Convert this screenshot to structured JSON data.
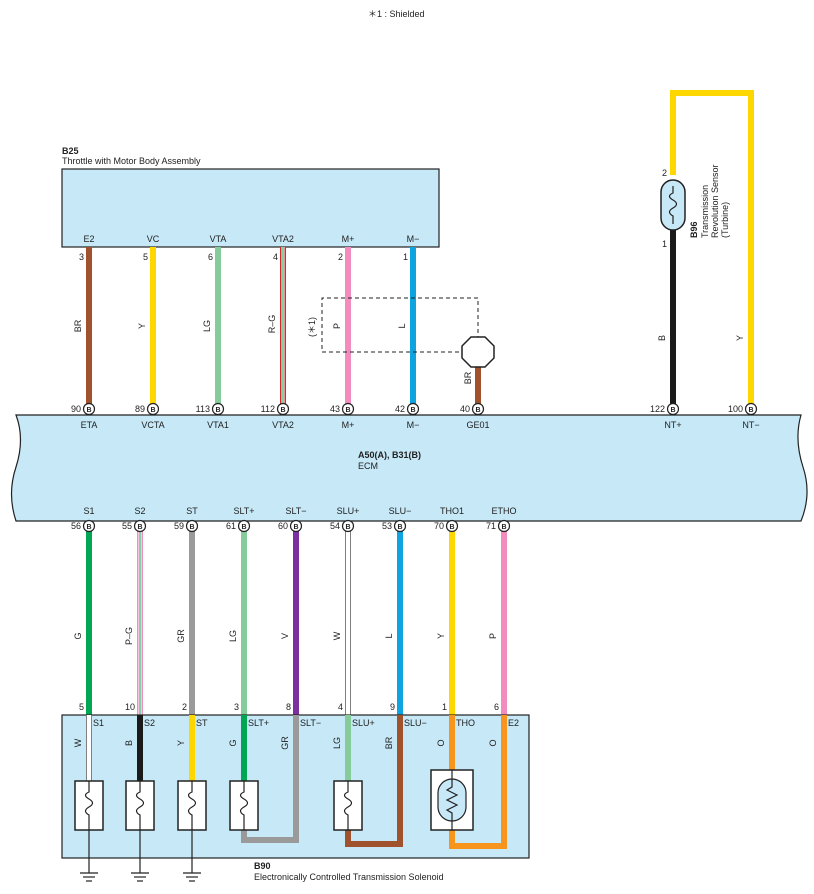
{
  "note": "＊1 : Shielded",
  "shield_mark": "(＊1)",
  "colors": {
    "component_fill": "#c6e8f7",
    "outline": "#222222",
    "BR": "#a0522d",
    "Y": "#ffd700",
    "LG": "#86cc9a",
    "P": "#f28cbf",
    "L": "#0fa3e0",
    "B": "#1a1a1a",
    "G": "#00a651",
    "GR": "#9a9a9a",
    "V": "#7b2fa0",
    "O": "#f7941d",
    "W": "#ffffff"
  },
  "throttle": {
    "code": "B25",
    "name": "Throttle with Motor Body Assembly",
    "terminals": [
      {
        "pin": "3",
        "name": "E2"
      },
      {
        "pin": "5",
        "name": "VC"
      },
      {
        "pin": "6",
        "name": "VTA"
      },
      {
        "pin": "4",
        "name": "VTA2"
      },
      {
        "pin": "2",
        "name": "M+"
      },
      {
        "pin": "1",
        "name": "M−"
      }
    ],
    "wires": [
      "BR",
      "Y",
      "LG",
      "R–G",
      "P",
      "L"
    ]
  },
  "ground_wire": "BR",
  "turbine_sensor": {
    "code": "B96",
    "name_lines": [
      "Transmission",
      "Revolution Sensor",
      "(Turbine)"
    ],
    "pins": [
      "2",
      "1"
    ],
    "wires": [
      "B",
      "Y"
    ]
  },
  "ecm": {
    "code": "A50(A), B31(B)",
    "name": "ECM",
    "connector_letter": "B",
    "top_terminals": [
      {
        "pin": "90",
        "name": "ETA"
      },
      {
        "pin": "89",
        "name": "VCTA"
      },
      {
        "pin": "113",
        "name": "VTA1"
      },
      {
        "pin": "112",
        "name": "VTA2"
      },
      {
        "pin": "43",
        "name": "M+"
      },
      {
        "pin": "42",
        "name": "M−"
      },
      {
        "pin": "40",
        "name": "GE01"
      },
      {
        "pin": "122",
        "name": "NT+"
      },
      {
        "pin": "100",
        "name": "NT−"
      }
    ],
    "bottom_terminals": [
      {
        "pin": "56",
        "name": "S1"
      },
      {
        "pin": "55",
        "name": "S2"
      },
      {
        "pin": "59",
        "name": "ST"
      },
      {
        "pin": "61",
        "name": "SLT+"
      },
      {
        "pin": "60",
        "name": "SLT−"
      },
      {
        "pin": "54",
        "name": "SLU+"
      },
      {
        "pin": "53",
        "name": "SLU−"
      },
      {
        "pin": "70",
        "name": "THO1"
      },
      {
        "pin": "71",
        "name": "ETHO"
      }
    ]
  },
  "solenoid": {
    "code": "B90",
    "name": "Electronically Controlled Transmission Solenoid",
    "terminals": [
      {
        "pin": "5",
        "name": "S1"
      },
      {
        "pin": "10",
        "name": "S2"
      },
      {
        "pin": "2",
        "name": "ST"
      },
      {
        "pin": "3",
        "name": "SLT+"
      },
      {
        "pin": "8",
        "name": "SLT−"
      },
      {
        "pin": "4",
        "name": "SLU+"
      },
      {
        "pin": "9",
        "name": "SLU−"
      },
      {
        "pin": "1",
        "name": "THO"
      },
      {
        "pin": "6",
        "name": "E2"
      }
    ],
    "wires_upper": [
      "G",
      "P–G",
      "GR",
      "LG",
      "V",
      "W",
      "L",
      "Y",
      "P"
    ],
    "wires_inner": [
      "W",
      "B",
      "Y",
      "G",
      "GR",
      "LG",
      "BR",
      "O",
      "O"
    ]
  }
}
